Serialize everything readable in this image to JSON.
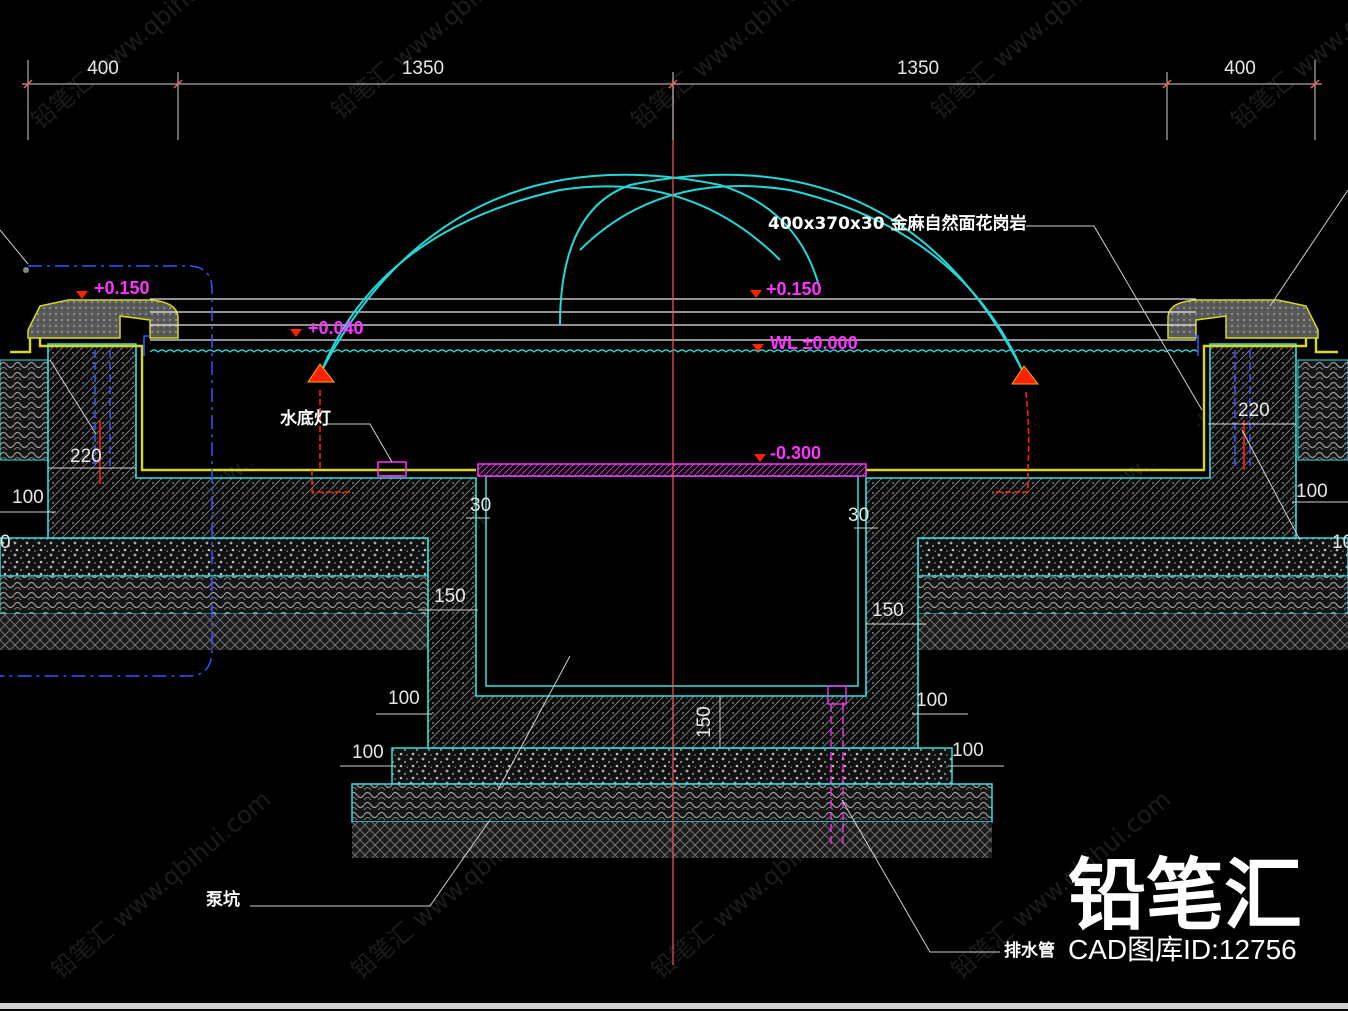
{
  "dimensions": {
    "top": [
      "400",
      "1350",
      "1350",
      "400"
    ],
    "left_wall": "220",
    "right_wall": "220",
    "left_base": "100",
    "right_base": "100",
    "pit_left_wall": "30",
    "pit_right_wall": "30",
    "pit_left_side": "150",
    "pit_right_side": "150",
    "pit_bottom": "150",
    "pit_left_base": "100",
    "pit_right_base": "100",
    "pit_left_foot": "100",
    "pit_right_foot": "100",
    "left_edge_partial": "0",
    "right_edge_partial": "10"
  },
  "levels": {
    "left_coping": "+0.150",
    "right_coping": "+0.150",
    "overflow": "+0.040",
    "water_level": "WL ±0.000",
    "pool_bottom": "-0.300"
  },
  "notes": {
    "granite": "400x370x30 金麻自然面花岗岩",
    "underwater_light": "水底灯",
    "pump_pit": "泵坑",
    "drain_pipe": "排水管"
  },
  "logo": {
    "name": "铅笔汇",
    "caption": "CAD图库ID:12756"
  },
  "watermark": {
    "brand": "铅笔汇",
    "site": "www.qbihui.com"
  },
  "colors": {
    "background": "#000000",
    "line_cyan": "#33e0e0",
    "level_magenta": "#ff33ff",
    "nozzle_red": "#ff2200",
    "lining_yellow": "#d8d820",
    "pipe_blue": "#3355ff",
    "hatch_grey": "#8a8a8a"
  }
}
